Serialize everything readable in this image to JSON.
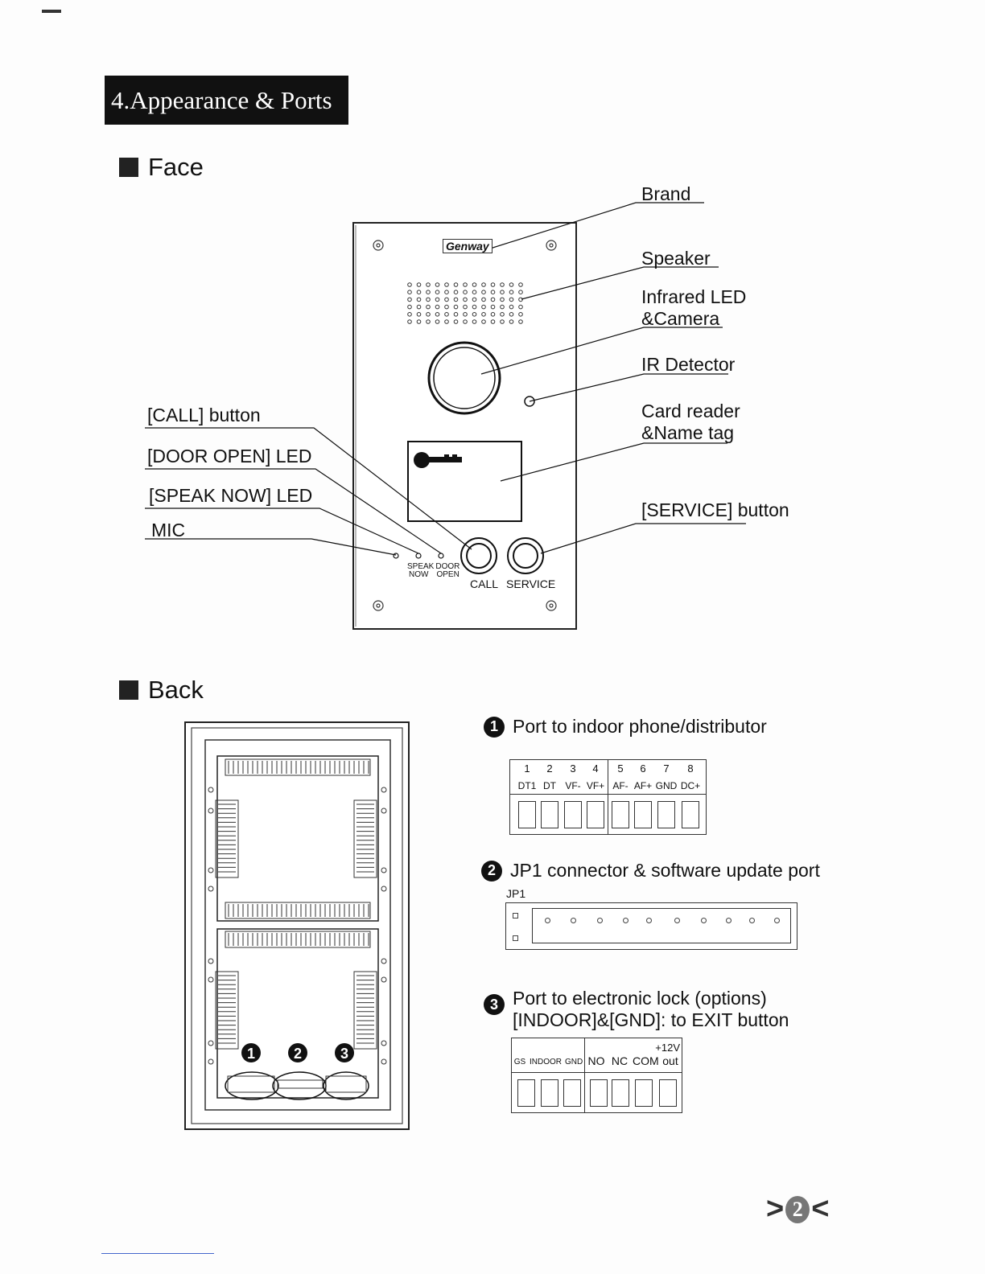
{
  "banner": {
    "title": "4.Appearance & Ports"
  },
  "face": {
    "heading": "Face",
    "brand_logo_text": "Genway",
    "panel_labels": {
      "call": "CALL",
      "service": "SERVICE",
      "speak_now": "SPEAK NOW",
      "door_open": "DOOR OPEN"
    },
    "callouts_right": [
      {
        "text": "Brand"
      },
      {
        "text": "Speaker"
      },
      {
        "line1": "Infrared LED",
        "line2": "&Camera"
      },
      {
        "text": "IR Detector"
      },
      {
        "line1": "Card reader",
        "line2": "&Name tag"
      },
      {
        "text": "[SERVICE] button"
      }
    ],
    "callouts_left": [
      {
        "text": "[CALL] button"
      },
      {
        "text": "[DOOR OPEN] LED"
      },
      {
        "text": "[SPEAK NOW] LED"
      },
      {
        "text": "MIC"
      }
    ]
  },
  "back": {
    "heading": "Back",
    "markers": [
      "1",
      "2",
      "3"
    ]
  },
  "ports": {
    "port1": {
      "number": "1",
      "title": "Port to indoor phone/distributor",
      "pins": [
        "1",
        "2",
        "3",
        "4",
        "5",
        "6",
        "7",
        "8"
      ],
      "names": [
        "DT1",
        "DT",
        "VF-",
        "VF+",
        "AF-",
        "AF+",
        "GND",
        "DC+"
      ]
    },
    "port2": {
      "number": "2",
      "title": "JP1 connector & software update port",
      "label": "JP1"
    },
    "port3": {
      "number": "3",
      "title_line1": "Port to electronic lock (options)",
      "title_line2": "[INDOOR]&[GND]: to EXIT button",
      "top_right": "+12V",
      "names": [
        "GS",
        "INDOOR",
        "GND",
        "NO",
        "NC",
        "COM",
        "out"
      ]
    }
  },
  "page": {
    "number": "2"
  }
}
